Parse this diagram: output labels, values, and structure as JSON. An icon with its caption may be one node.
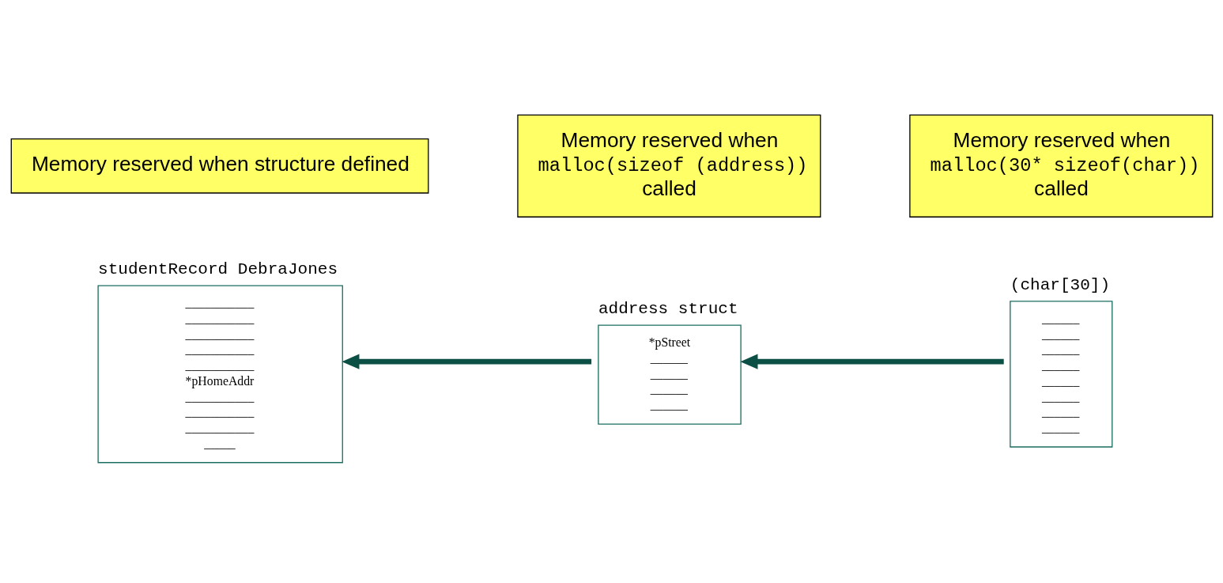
{
  "diagram": {
    "nodes": [
      {
        "text": [
          "Memory reserved when structure defined"
        ]
      },
      {
        "text": [
          "Memory reserved when",
          "malloc(sizeof (address))",
          "called"
        ]
      },
      {
        "text": [
          "Memory reserved when",
          "malloc(30* sizeof(char))",
          "called"
        ]
      },
      {
        "text": [
          "___________",
          "___________",
          "___________",
          "___________",
          "___________",
          "*pHomeAddr",
          "___________",
          "___________",
          "___________",
          "_____"
        ],
        "beside": [
          "studentRecord DebraJones"
        ]
      },
      {
        "text": [
          "*pStreet",
          "______",
          "______",
          "______",
          "______"
        ],
        "beside": [
          "address struct"
        ]
      },
      {
        "text": [
          "______",
          "______",
          "______",
          "______",
          "______",
          "______",
          "______",
          "______"
        ],
        "beside": [
          "(char[30])"
        ]
      }
    ],
    "edges": [
      {
        "from": 4,
        "to": 3,
        "arrow": "to"
      },
      {
        "from": 5,
        "to": 4,
        "arrow": "to"
      }
    ]
  }
}
